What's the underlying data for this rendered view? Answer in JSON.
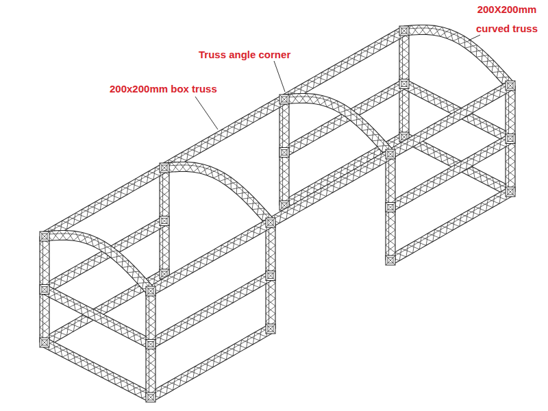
{
  "diagram": {
    "labels": [
      "200X200mm curved truss",
      "Truss angle corner",
      "200x200mm box truss"
    ]
  }
}
